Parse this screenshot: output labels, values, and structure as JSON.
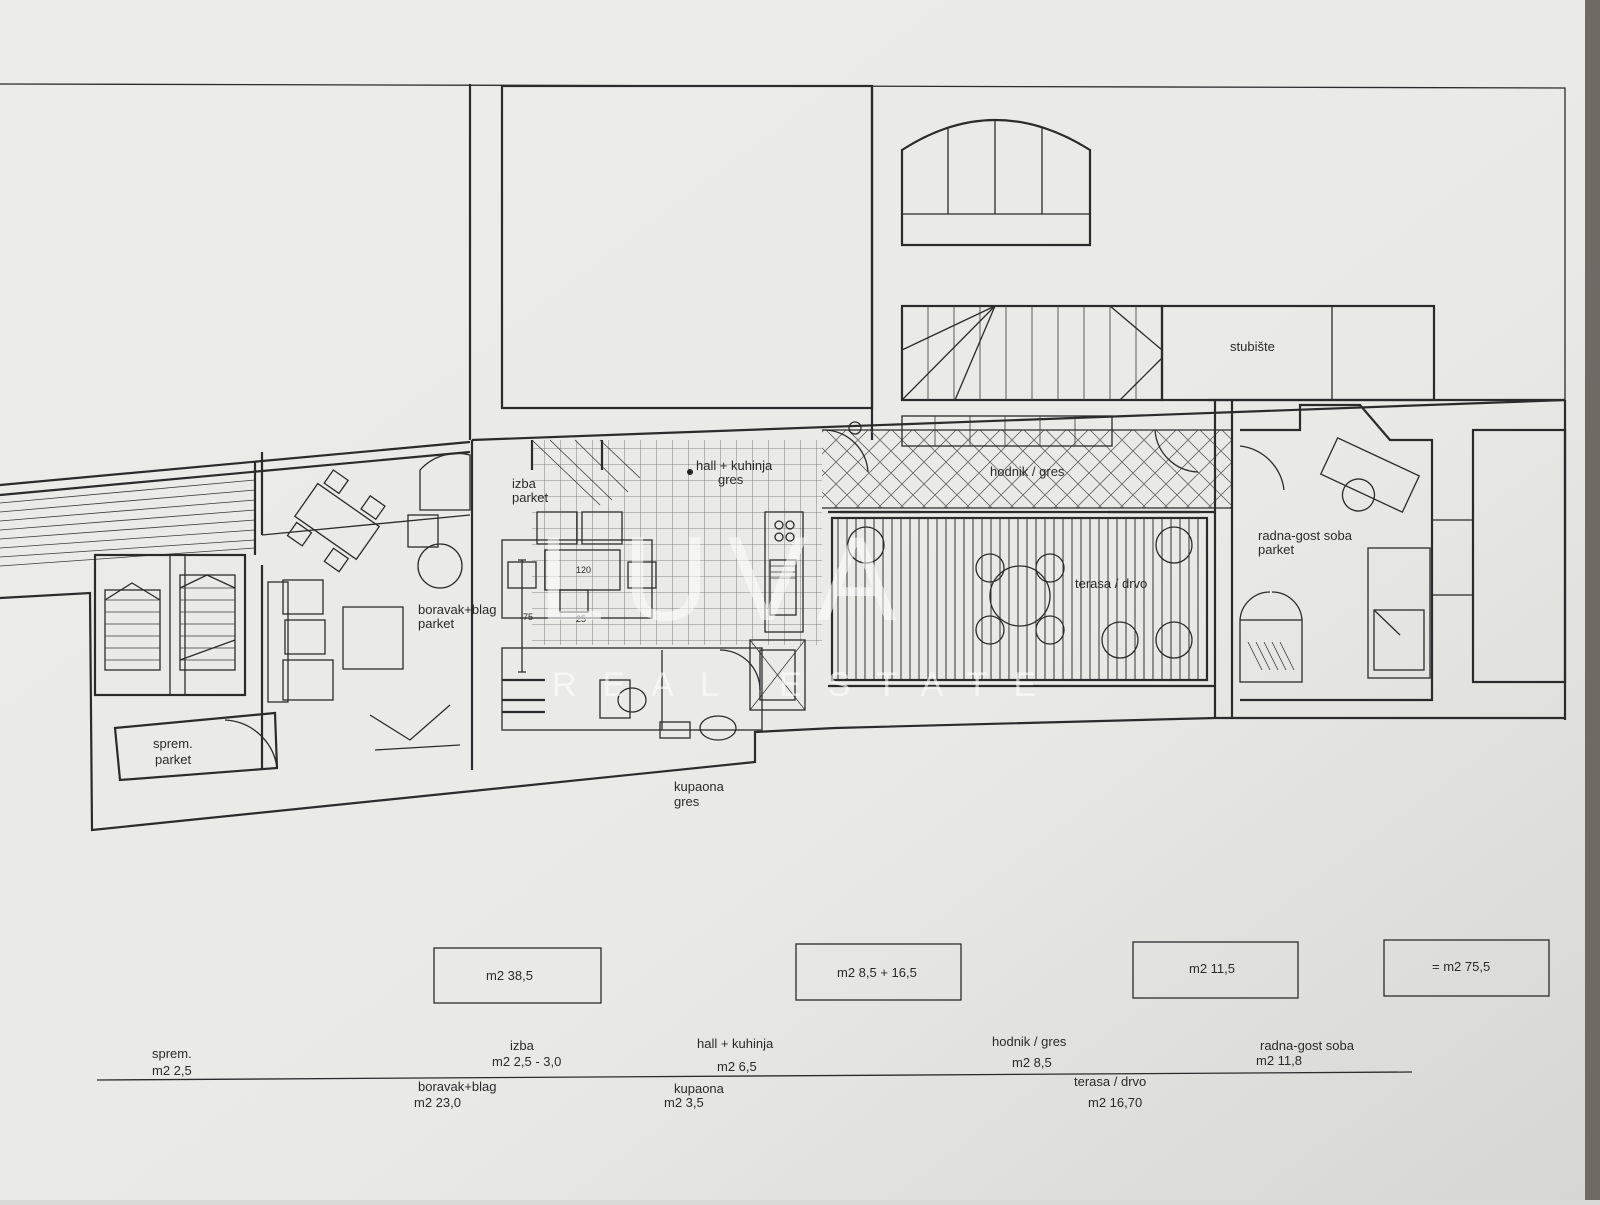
{
  "watermark": {
    "logo": "LUVA",
    "tagline": "REAL ESTATE"
  },
  "rooms": {
    "stubiste": "stubište",
    "izba": [
      "izba",
      "parket"
    ],
    "hall_kuhinja": [
      "hall + kuhinja",
      "gres"
    ],
    "hodnik": "hodnik / gres",
    "radna_soba": [
      "radna-gost soba",
      "parket"
    ],
    "boravak": [
      "boravak+blag",
      "parket"
    ],
    "terasa": "terasa / drvo",
    "sprem": [
      "sprem.",
      "parket"
    ],
    "kupaona": [
      "kupaona",
      "gres"
    ],
    "dim_a": "120",
    "dim_b": "75",
    "dim_c": "25"
  },
  "area_boxes": [
    "m2  38,5",
    "m2  8,5 + 16,5",
    "m2 11,5",
    "=  m2 75,5"
  ],
  "area_table": {
    "above": [
      {
        "name": "sprem.",
        "value": "m2 2,5"
      },
      {
        "name": "izba",
        "value": "m2  2,5 - 3,0"
      },
      {
        "name": "hall + kuhinja",
        "value": "m2 6,5"
      },
      {
        "name": "hodnik / gres",
        "value": "m2 8,5"
      },
      {
        "name": "radna-gost soba",
        "value": "m2 11,8"
      }
    ],
    "below": [
      {
        "name": "boravak+blag",
        "value": "m2 23,0"
      },
      {
        "name": "kupaona",
        "value": "m2 3,5"
      },
      {
        "name": "terasa / drvo",
        "value": "m2 16,70"
      }
    ]
  }
}
